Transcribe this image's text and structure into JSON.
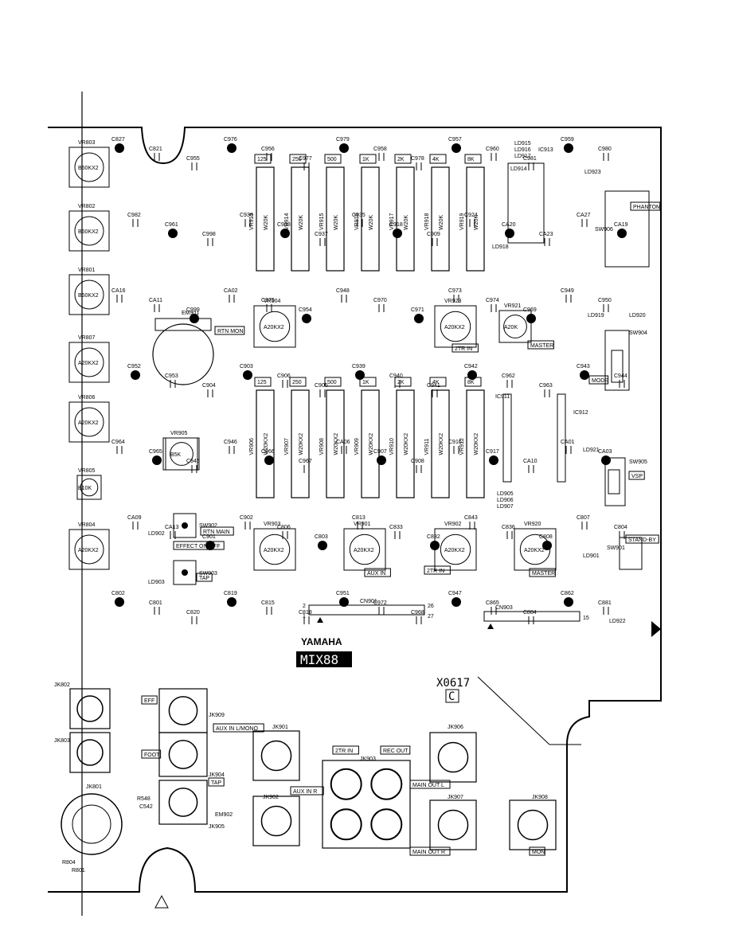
{
  "board": {
    "brand": "YAMAHA",
    "model": "MIX88",
    "pcb_code": "X0617",
    "pcb_rev": "C"
  },
  "pot_labels": [
    {
      "ref": "VR803",
      "value": "B50KX2"
    },
    {
      "ref": "VR802",
      "value": "B50KX2"
    },
    {
      "ref": "VR801",
      "value": "B50KX2"
    },
    {
      "ref": "VR807",
      "value": "A20KX2"
    },
    {
      "ref": "VR806",
      "value": "A20KX2"
    },
    {
      "ref": "VR805",
      "value": "B10K"
    },
    {
      "ref": "VR804",
      "value": "A20KX2"
    },
    {
      "ref": "VR905",
      "value": "B5K"
    },
    {
      "ref": "VR904",
      "value": "A20KX2"
    },
    {
      "ref": "VR923",
      "value": "A20KX2"
    },
    {
      "ref": "VR921",
      "value": "A20K"
    },
    {
      "ref": "VR903",
      "value": "A20KX2"
    },
    {
      "ref": "VR901",
      "value": "A20KX2"
    },
    {
      "ref": "VR902",
      "value": "A20KX2"
    },
    {
      "ref": "VR920",
      "value": "A20KX2"
    }
  ],
  "fader_top": [
    {
      "band": "125",
      "ref": "VR913",
      "value": "W20K"
    },
    {
      "band": "250",
      "ref": "VR914",
      "value": "W20K"
    },
    {
      "band": "500",
      "ref": "VR915",
      "value": "W20K"
    },
    {
      "band": "1K",
      "ref": "VR916",
      "value": "W20K"
    },
    {
      "band": "2K",
      "ref": "VR917",
      "value": "W20K"
    },
    {
      "band": "4K",
      "ref": "VR918",
      "value": "W20K"
    },
    {
      "band": "8K",
      "ref": "VR919",
      "value": "W20K"
    }
  ],
  "fader_bottom": [
    {
      "band": "125",
      "ref": "VR906",
      "value": "W20KX2"
    },
    {
      "band": "250",
      "ref": "VR907",
      "value": "W20KX2"
    },
    {
      "band": "500",
      "ref": "VR908",
      "value": "W20KX2"
    },
    {
      "band": "1K",
      "ref": "VR909",
      "value": "W20KX2"
    },
    {
      "band": "2K",
      "ref": "VR910",
      "value": "W20KX2"
    },
    {
      "band": "4K",
      "ref": "VR911",
      "value": "W20KX2"
    },
    {
      "band": "8K",
      "ref": "VR912",
      "value": "W20KX2"
    }
  ],
  "boxed_labels": {
    "rtn_mon": "RTN MON",
    "rtn_main": "RTN MAIN",
    "effect_onoff": "EFFECT ON/OFF",
    "tap_sw": "TAP",
    "two_tr_in_top": "2TR IN",
    "master_top": "MASTER",
    "aux_in": "AUX IN",
    "two_tr_in_mid": "2TR IN",
    "master_mid": "MASTER",
    "phantom": "PHANTOM",
    "mode": "MODE",
    "vsp": "VSP",
    "standby": "STAND-BY",
    "eff": "EFF",
    "foot": "FOOT",
    "tap_jack": "TAP",
    "aux_in_lmono": "AUX IN L/MONO",
    "aux_in_r": "AUX IN R",
    "two_tr_in_jack": "2TR IN",
    "rec_out": "REC OUT",
    "main_out_l": "MAIN OUT L",
    "main_out_r": "MAIN OUT R",
    "mon": "MON"
  },
  "refs": {
    "sw902": "SW902",
    "sw903": "SW903",
    "sw904": "SW904",
    "sw905": "SW905",
    "sw906": "SW906",
    "sw901": "SW901",
    "em901": "EM901",
    "em902": "EM902",
    "cn901": "CN901",
    "cn903": "CN903",
    "jk802": "JK802",
    "jk803": "JK803",
    "jk801": "JK801",
    "jk909": "JK909",
    "jk904": "JK904",
    "jk905": "JK905",
    "jk901": "JK901",
    "jk902": "JK902",
    "jk903": "JK903",
    "jk906": "JK906",
    "jk907": "JK907",
    "jk908": "JK908",
    "ld902": "LD902",
    "ld903": "LD903",
    "ld901": "LD901",
    "ld921": "LD921",
    "ld922": "LD922",
    "ld923": "LD923",
    "ld918": "LD918",
    "ld914": "LD914",
    "ld919": "LD919",
    "ld920": "LD920",
    "ld915_917": "LD915\nLD916\nLD917",
    "ld905_907": "LD905\nLD906\nLD907",
    "ic913": "IC913",
    "ic911": "IC911",
    "ic912": "IC912",
    "cn_pin_2": "2",
    "cn_pin_1": "1",
    "cn_pin_26": "26",
    "cn_pin_27": "27",
    "cn_pin_15": "15",
    "r804": "R804",
    "r801": "R801",
    "r548": "R548",
    "c542": "C542"
  },
  "caps": [
    "C827",
    "C821",
    "C955",
    "C976",
    "C956",
    "C977",
    "C979",
    "C958",
    "C978",
    "C957",
    "C960",
    "C981",
    "C959",
    "C980",
    "C982",
    "C961",
    "C998",
    "C936",
    "C938",
    "C937",
    "C935",
    "C918",
    "C909",
    "C924",
    "CA20",
    "CA23",
    "CA27",
    "CA19",
    "CA16",
    "CA11",
    "C999",
    "CA02",
    "C975",
    "C954",
    "C948",
    "C970",
    "C971",
    "C973",
    "C974",
    "C969",
    "C949",
    "C950",
    "C952",
    "C953",
    "C904",
    "C903",
    "C906",
    "C905",
    "C939",
    "C940",
    "C941",
    "C942",
    "C962",
    "C963",
    "C943",
    "C944",
    "C964",
    "C965",
    "C945",
    "C946",
    "C966",
    "C967",
    "CA06",
    "C907",
    "C908",
    "C916",
    "C917",
    "CA10",
    "CA01",
    "CA03",
    "CA09",
    "CA13",
    "C901",
    "C902",
    "C806",
    "C803",
    "C813",
    "C833",
    "C832",
    "C843",
    "C836",
    "C808",
    "C807",
    "C804",
    "C802",
    "C801",
    "C820",
    "C819",
    "C815",
    "C818",
    "C951",
    "C972",
    "C968",
    "C947",
    "C865",
    "C884",
    "C862",
    "C881"
  ],
  "colors": {
    "ink": "#000000",
    "paper": "#ffffff"
  }
}
